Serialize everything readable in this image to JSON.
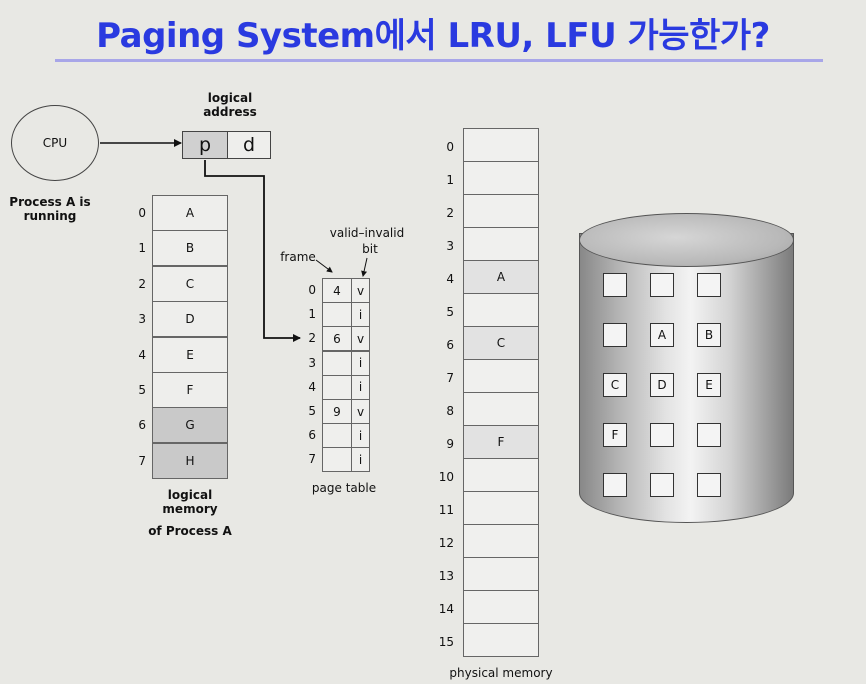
{
  "title": "Paging System에서 LRU, LFU 가능한가?",
  "cpu": {
    "label": "CPU",
    "status": "Process A is running"
  },
  "logical_address": {
    "label": "logical address",
    "p": "p",
    "d": "d"
  },
  "logical_memory": {
    "caption": "logical memory",
    "caption2": "of Process A",
    "pages": [
      {
        "index": "0",
        "label": "A",
        "shaded": false
      },
      {
        "index": "1",
        "label": "B",
        "shaded": false
      },
      {
        "index": "2",
        "label": "C",
        "shaded": false
      },
      {
        "index": "3",
        "label": "D",
        "shaded": false
      },
      {
        "index": "4",
        "label": "E",
        "shaded": false
      },
      {
        "index": "5",
        "label": "F",
        "shaded": false
      },
      {
        "index": "6",
        "label": "G",
        "shaded": true
      },
      {
        "index": "7",
        "label": "H",
        "shaded": true
      }
    ]
  },
  "page_table": {
    "caption": "page table",
    "frame_label": "frame",
    "valid_label": "valid–invalid",
    "bit_label": "bit",
    "rows": [
      {
        "index": "0",
        "frame": "4",
        "bit": "v"
      },
      {
        "index": "1",
        "frame": "",
        "bit": "i"
      },
      {
        "index": "2",
        "frame": "6",
        "bit": "v"
      },
      {
        "index": "3",
        "frame": "",
        "bit": "i"
      },
      {
        "index": "4",
        "frame": "",
        "bit": "i"
      },
      {
        "index": "5",
        "frame": "9",
        "bit": "v"
      },
      {
        "index": "6",
        "frame": "",
        "bit": "i"
      },
      {
        "index": "7",
        "frame": "",
        "bit": "i"
      }
    ]
  },
  "physical_memory": {
    "caption": "physical memory",
    "frames": [
      {
        "index": "0",
        "label": ""
      },
      {
        "index": "1",
        "label": ""
      },
      {
        "index": "2",
        "label": ""
      },
      {
        "index": "3",
        "label": ""
      },
      {
        "index": "4",
        "label": "A"
      },
      {
        "index": "5",
        "label": ""
      },
      {
        "index": "6",
        "label": "C"
      },
      {
        "index": "7",
        "label": ""
      },
      {
        "index": "8",
        "label": ""
      },
      {
        "index": "9",
        "label": "F"
      },
      {
        "index": "10",
        "label": ""
      },
      {
        "index": "11",
        "label": ""
      },
      {
        "index": "12",
        "label": ""
      },
      {
        "index": "13",
        "label": ""
      },
      {
        "index": "14",
        "label": ""
      },
      {
        "index": "15",
        "label": ""
      }
    ]
  },
  "disk": {
    "rows": [
      [
        "",
        "",
        ""
      ],
      [
        "",
        "A",
        "B"
      ],
      [
        "C",
        "D",
        "E"
      ],
      [
        "F",
        "",
        ""
      ],
      [
        "",
        "",
        ""
      ]
    ]
  },
  "colors": {
    "title": "#2a3ae0",
    "rule": "#a8a6e8",
    "shaded_cell": "#c9c9c9",
    "frame_fill": "#e2e2e2"
  }
}
